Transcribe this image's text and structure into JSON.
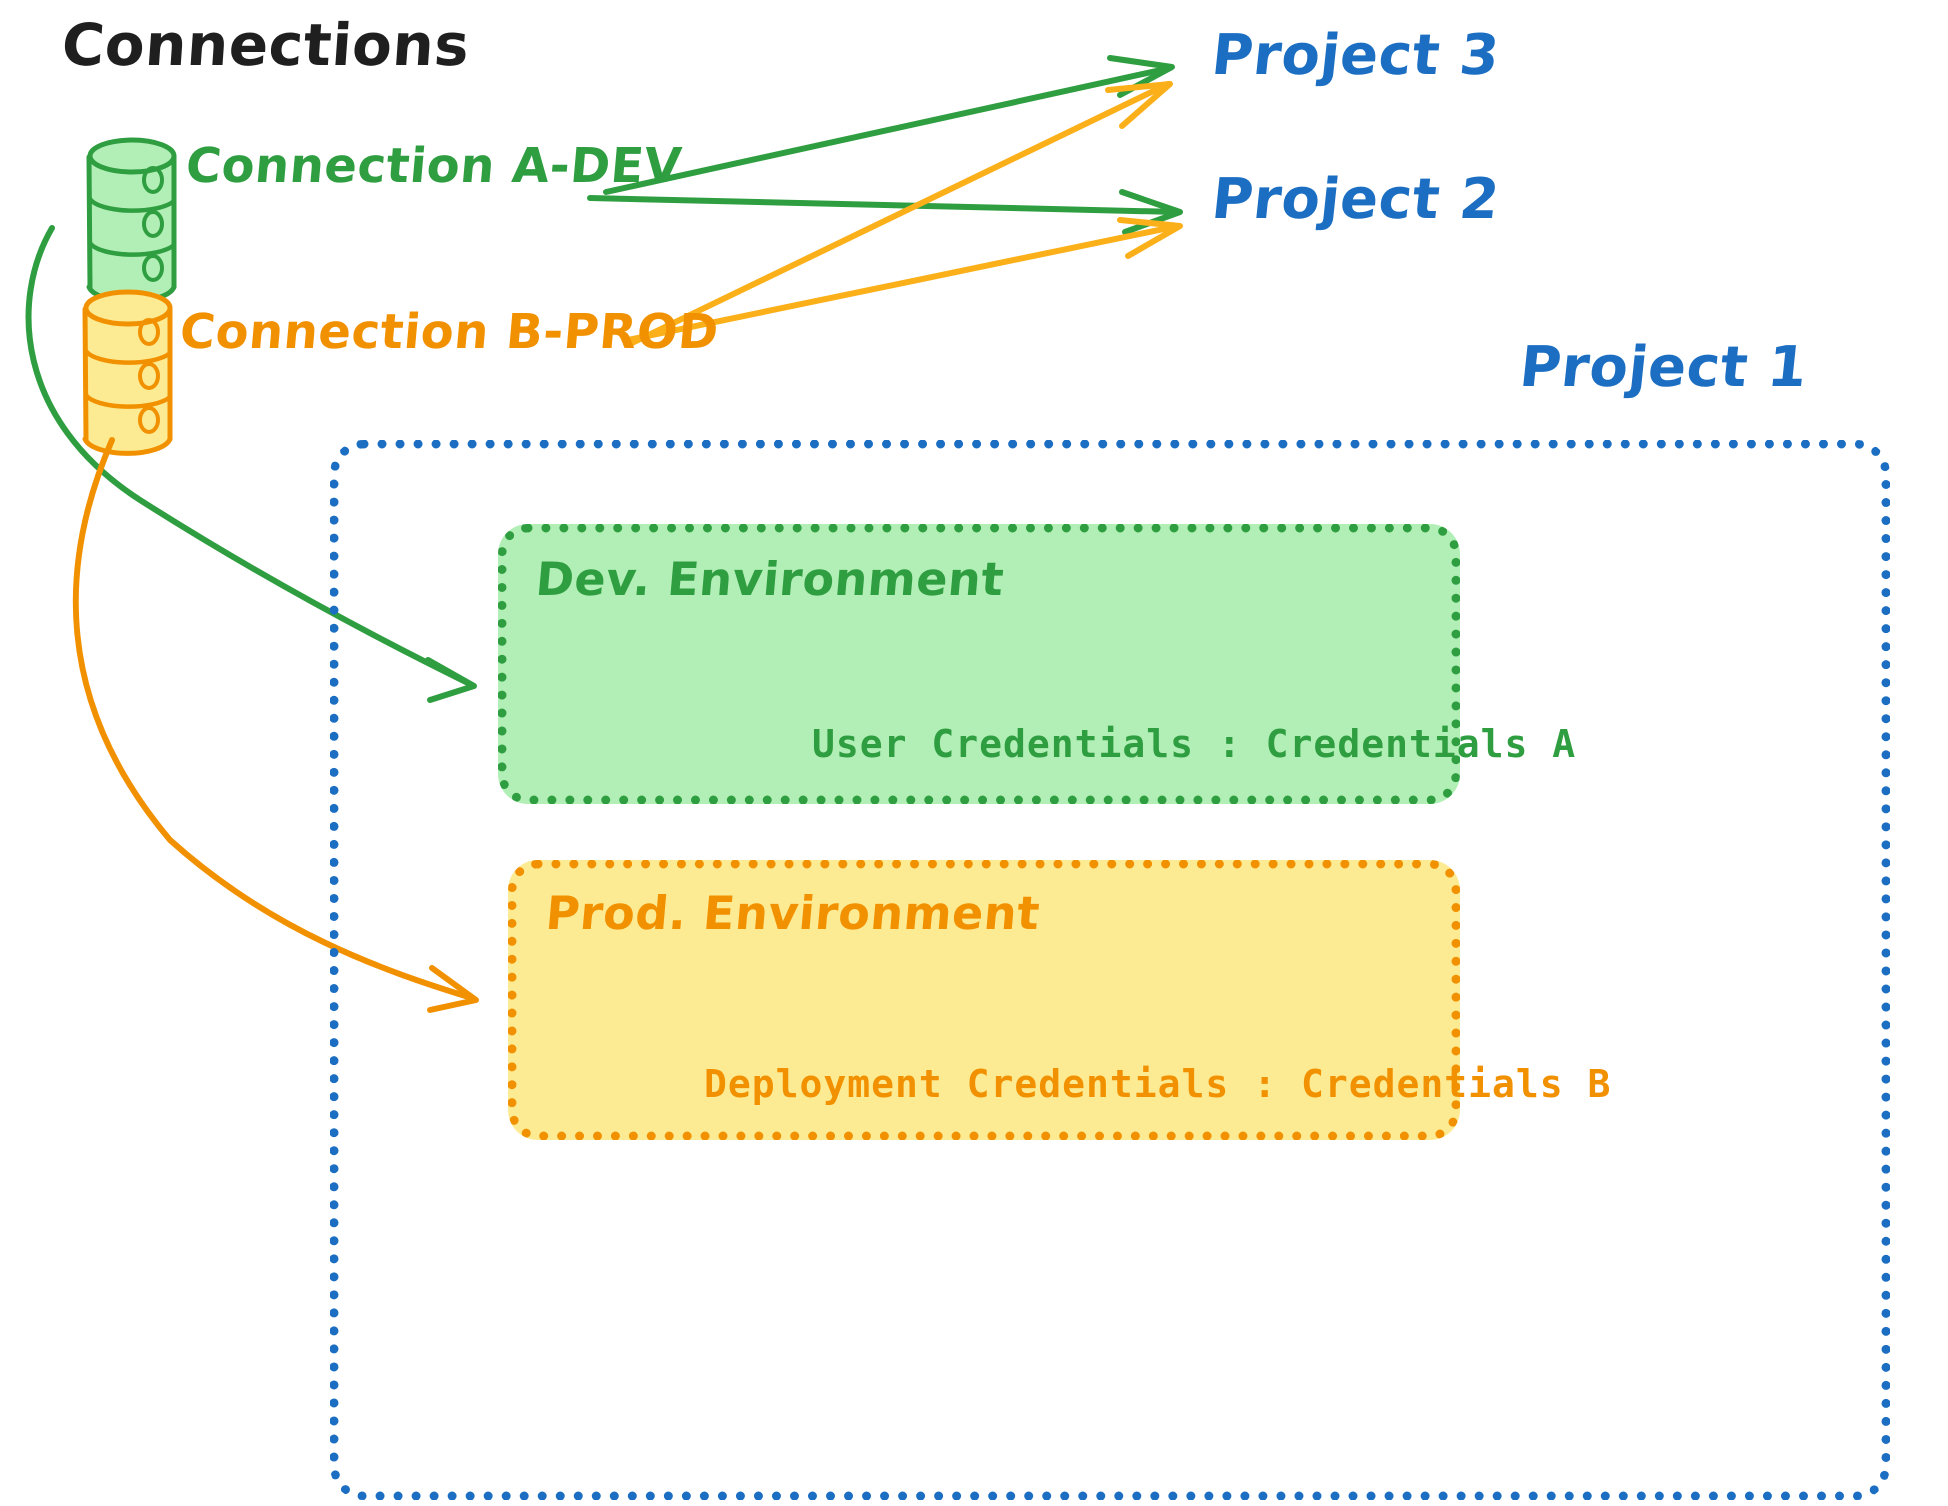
{
  "diagram": {
    "title": "Connections",
    "type": "architecture-diagram",
    "colors": {
      "green_stroke": "#2f9e41",
      "green_fill": "#b2efb6",
      "orange_stroke": "#f29100",
      "orange_fill": "#fdeb93",
      "blue_stroke": "#1b6ec2",
      "title_text": "#1f1f1f",
      "background": "#ffffff"
    }
  },
  "connections": [
    {
      "id": "conn-a-dev",
      "label": "Connection A-DEV",
      "color": "#2f9e41",
      "icon": "database-cylinder-icon",
      "targets": [
        "Project 3",
        "Project 2",
        "Dev. Environment"
      ]
    },
    {
      "id": "conn-b-prod",
      "label": "Connection B-PROD",
      "color": "#f29100",
      "icon": "database-cylinder-icon",
      "targets": [
        "Project 3",
        "Project 2",
        "Prod. Environment"
      ]
    }
  ],
  "projects": [
    {
      "id": "project-3",
      "label": "Project 3",
      "color": "#1b6ec2"
    },
    {
      "id": "project-2",
      "label": "Project 2",
      "color": "#1b6ec2"
    },
    {
      "id": "project-1",
      "label": "Project 1",
      "color": "#1b6ec2"
    }
  ],
  "project_1": {
    "label": "Project 1",
    "environments": [
      {
        "id": "dev-environment",
        "title": "Dev. Environment",
        "credential_label": "User Credentials",
        "credential_value": "Credentials A",
        "credential_line": "User Credentials : Credentials A",
        "stroke": "#2f9e41",
        "fill": "#b2efb6"
      },
      {
        "id": "prod-environment",
        "title": "Prod. Environment",
        "credential_label": "Deployment Credentials",
        "credential_value": "Credentials B",
        "credential_line": "Deployment Credentials : Credentials B",
        "stroke": "#f29100",
        "fill": "#fdeb93"
      }
    ]
  },
  "arrows": [
    {
      "from": "Connection A-DEV",
      "to": "Project 3",
      "color": "#2f9e41",
      "style": "straight"
    },
    {
      "from": "Connection A-DEV",
      "to": "Project 2",
      "color": "#2f9e41",
      "style": "straight"
    },
    {
      "from": "Connection A-DEV",
      "to": "Dev. Environment",
      "color": "#2f9e41",
      "style": "curved"
    },
    {
      "from": "Connection B-PROD",
      "to": "Project 3",
      "color": "#f29100",
      "style": "straight"
    },
    {
      "from": "Connection B-PROD",
      "to": "Project 2",
      "color": "#f29100",
      "style": "straight"
    },
    {
      "from": "Connection B-PROD",
      "to": "Prod. Environment",
      "color": "#f29100",
      "style": "curved"
    }
  ]
}
